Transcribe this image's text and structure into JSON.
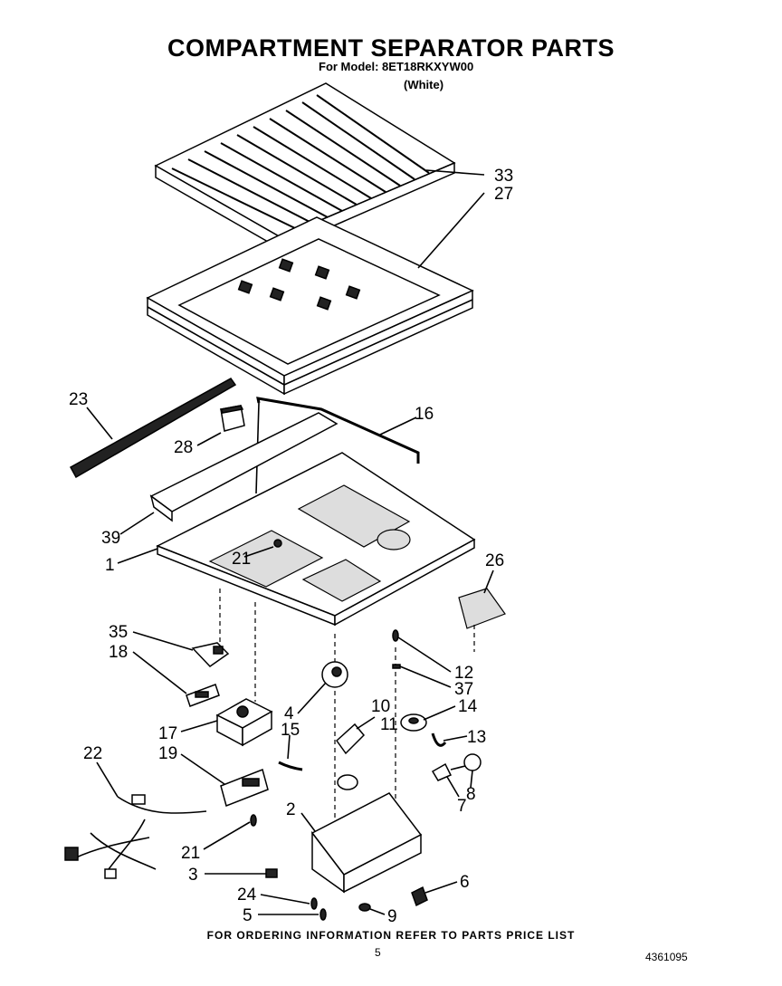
{
  "header": {
    "title": "COMPARTMENT SEPARATOR PARTS",
    "model_line": "For Model: 8ET18RKXYW00",
    "color_line": "(White)"
  },
  "callouts": [
    "33",
    "27",
    "23",
    "16",
    "28",
    "39",
    "1",
    "21",
    "26",
    "35",
    "18",
    "12",
    "37",
    "4",
    "10",
    "14",
    "11",
    "13",
    "17",
    "15",
    "19",
    "22",
    "8",
    "2",
    "7",
    "21",
    "3",
    "6",
    "24",
    "5",
    "9"
  ],
  "footer": {
    "ordering_note": "FOR ORDERING INFORMATION REFER TO PARTS PRICE LIST",
    "page_number": "5",
    "document_number": "4361095"
  }
}
